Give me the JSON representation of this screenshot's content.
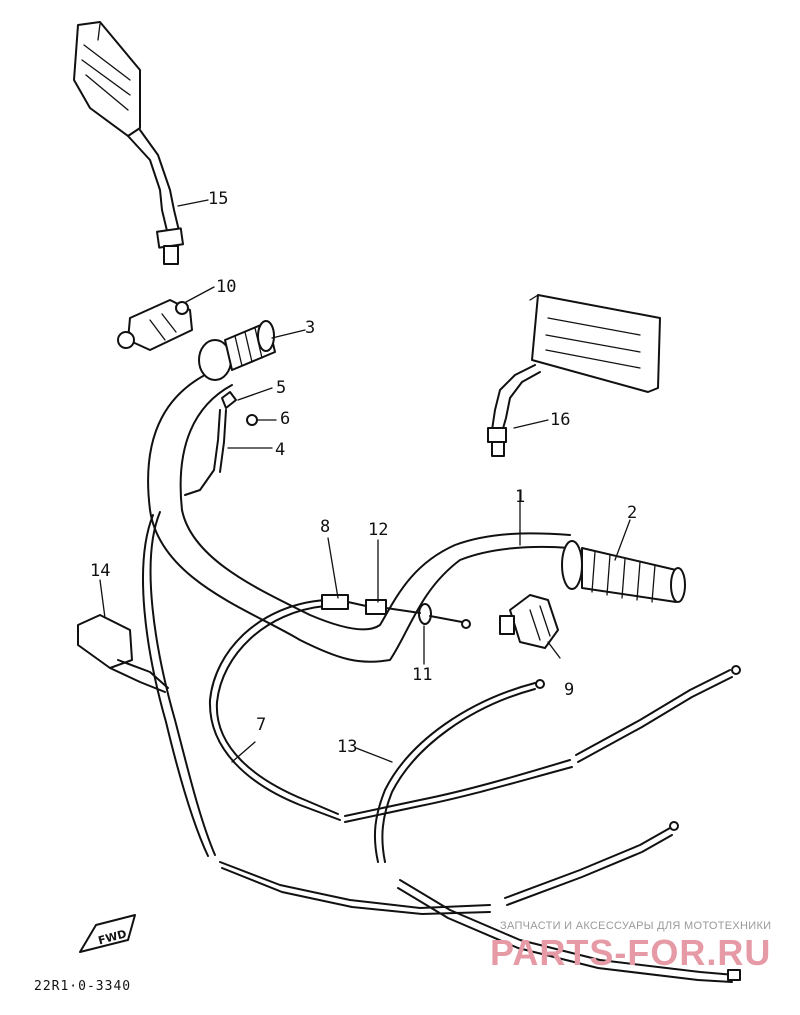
{
  "labels": {
    "p1": "1",
    "p2": "2",
    "p3": "3",
    "p4": "4",
    "p5": "5",
    "p6": "6",
    "p7": "7",
    "p8": "8",
    "p9": "9",
    "p10": "10",
    "p11": "11",
    "p12": "12",
    "p13": "13",
    "p14": "14",
    "p15": "15",
    "p16": "16"
  },
  "fwd_marker": "FWD",
  "drawing_code": "22R1·0-3340",
  "watermark": {
    "caption": "ЗАПЧАСТИ И АКСЕССУАРЫ ДЛЯ МОТОТЕХНИКИ",
    "brand": "PARTS-FOR.RU"
  }
}
